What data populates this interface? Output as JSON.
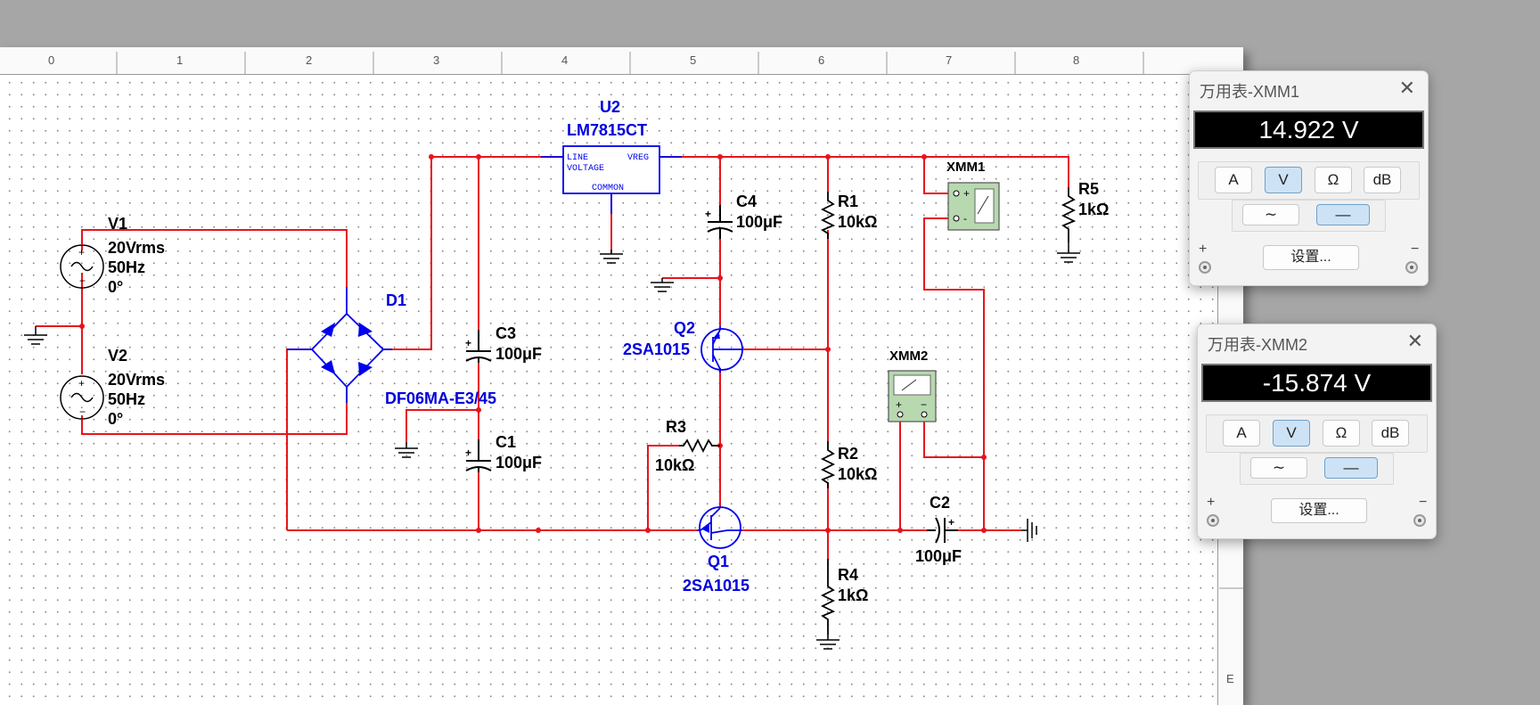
{
  "ruler": {
    "labels": [
      "0",
      "1",
      "2",
      "3",
      "4",
      "5",
      "6",
      "7",
      "8"
    ],
    "side_label": "E"
  },
  "components": {
    "v1": {
      "name": "V1",
      "line1": "20Vrms",
      "line2": "50Hz",
      "line3": "0°"
    },
    "v2": {
      "name": "V2",
      "line1": "20Vrms",
      "line2": "50Hz",
      "line3": "0°"
    },
    "d1": {
      "name": "D1",
      "part": "DF06MA-E3/45"
    },
    "u2": {
      "name": "U2",
      "part": "LM7815CT",
      "pin_line": "LINE",
      "pin_vreg": "VREG",
      "pin_voltage": "VOLTAGE",
      "pin_common": "COMMON"
    },
    "c3": {
      "name": "C3",
      "value": "100μF"
    },
    "c1": {
      "name": "C1",
      "value": "100μF"
    },
    "c4": {
      "name": "C4",
      "value": "100μF"
    },
    "c2": {
      "name": "C2",
      "value": "100μF"
    },
    "r1": {
      "name": "R1",
      "value": "10kΩ"
    },
    "r2": {
      "name": "R2",
      "value": "10kΩ"
    },
    "r3": {
      "name": "R3",
      "value": "10kΩ"
    },
    "r4": {
      "name": "R4",
      "value": "1kΩ"
    },
    "r5": {
      "name": "R5",
      "value": "1kΩ"
    },
    "q1": {
      "name": "Q1",
      "part": "2SA1015"
    },
    "q2": {
      "name": "Q2",
      "part": "2SA1015"
    },
    "xmm1": {
      "name": "XMM1"
    },
    "xmm2": {
      "name": "XMM2"
    }
  },
  "multimeters": [
    {
      "title": "万用表-XMM1",
      "reading": "14.922 V",
      "modes": [
        "A",
        "V",
        "Ω",
        "dB"
      ],
      "selected_mode": "V",
      "settings_label": "设置...",
      "plus": "+",
      "minus": "−"
    },
    {
      "title": "万用表-XMM2",
      "reading": "-15.874 V",
      "modes": [
        "A",
        "V",
        "Ω",
        "dB"
      ],
      "selected_mode": "V",
      "settings_label": "设置...",
      "plus": "+",
      "minus": "−"
    }
  ],
  "colors": {
    "wire": "#e8141c",
    "component": "#0000ee",
    "label": "#000000",
    "refdes": "#0000dd",
    "meter_body": "#b8d8b0"
  },
  "icons": {
    "close": "close-icon",
    "ac": "ac-wave-icon",
    "dc": "dc-line-icon"
  }
}
